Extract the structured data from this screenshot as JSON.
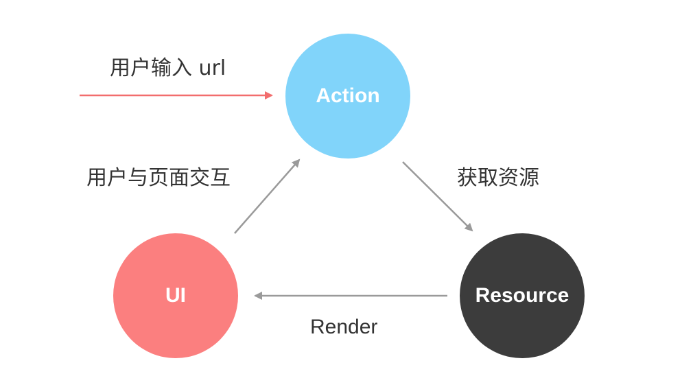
{
  "nodes": {
    "action": {
      "label": "Action",
      "color": "#81D4FA"
    },
    "ui": {
      "label": "UI",
      "color": "#FB7F7F"
    },
    "resource": {
      "label": "Resource",
      "color": "#3C3C3C"
    }
  },
  "edges": {
    "user_input": {
      "label": "用户输入 url",
      "color": "#F26D6D"
    },
    "user_interaction": {
      "label": "用户与页面交互",
      "color": "#9A9A9A"
    },
    "fetch_resource": {
      "label": "获取资源",
      "color": "#9A9A9A"
    },
    "render": {
      "label": "Render",
      "color": "#9A9A9A"
    }
  },
  "colors": {
    "background": "#FFFFFF",
    "text": "#333333",
    "node_text": "#FFFFFF"
  }
}
